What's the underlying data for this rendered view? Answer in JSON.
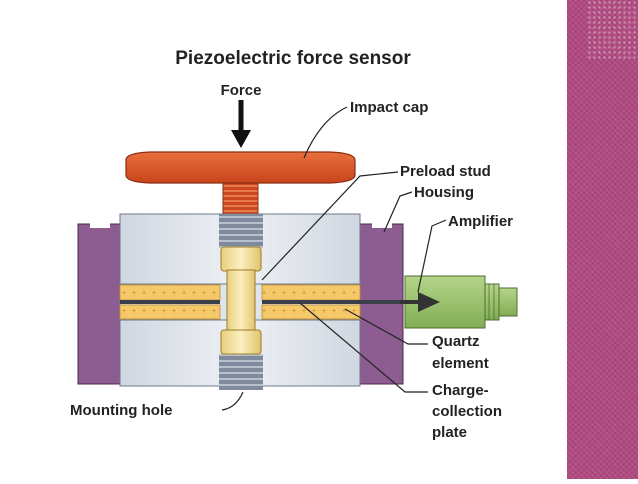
{
  "title": "Piezoelectric force sensor",
  "labels": {
    "force": "Force",
    "impact_cap": "Impact cap",
    "preload_stud": "Preload stud",
    "housing": "Housing",
    "amplifier": "Amplifier",
    "quartz_line1": "Quartz",
    "quartz_line2": "element",
    "charge_line1": "Charge-",
    "charge_line2": "collection",
    "charge_line3": "plate",
    "mounting_hole": "Mounting hole"
  },
  "colors": {
    "impact_cap": "#d9552a",
    "housing": "#8c5a8e",
    "inner_block": "#dde3ea",
    "quartz": "#f3c05a",
    "stud": "#f4e3a0",
    "amplifier": "#9bc46a",
    "side_band": "#b04a80"
  }
}
